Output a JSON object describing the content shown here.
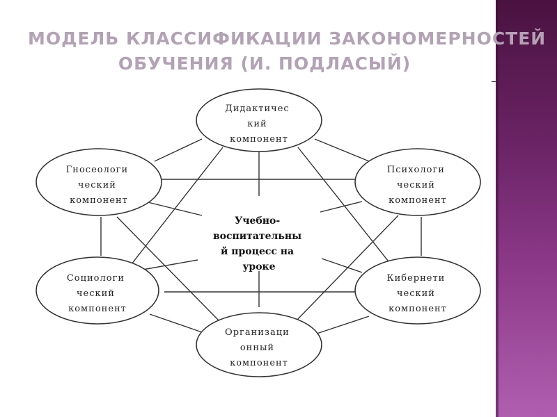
{
  "slide": {
    "title_lines": [
      "Модель классификации закономерностей",
      "обучения (И. Подласый)"
    ]
  },
  "diagram": {
    "center": {
      "lines": [
        "Учебно-",
        "воспитательны",
        "й процесс на",
        "уроке"
      ]
    },
    "nodes": [
      {
        "id": "didactic",
        "lines": [
          "Дидактичес",
          "кий",
          "компонент"
        ]
      },
      {
        "id": "gnoseological",
        "lines": [
          "Гносеологи",
          "ческий",
          "компонент"
        ]
      },
      {
        "id": "psychological",
        "lines": [
          "Психологи",
          "ческий",
          "компонент"
        ]
      },
      {
        "id": "sociological",
        "lines": [
          "Социологи",
          "ческий",
          "компонент"
        ]
      },
      {
        "id": "cybernetic",
        "lines": [
          "Кибернети",
          "ческий",
          "компонент"
        ]
      },
      {
        "id": "organizational",
        "lines": [
          "Организаци",
          "онный",
          "компонент"
        ]
      }
    ]
  }
}
